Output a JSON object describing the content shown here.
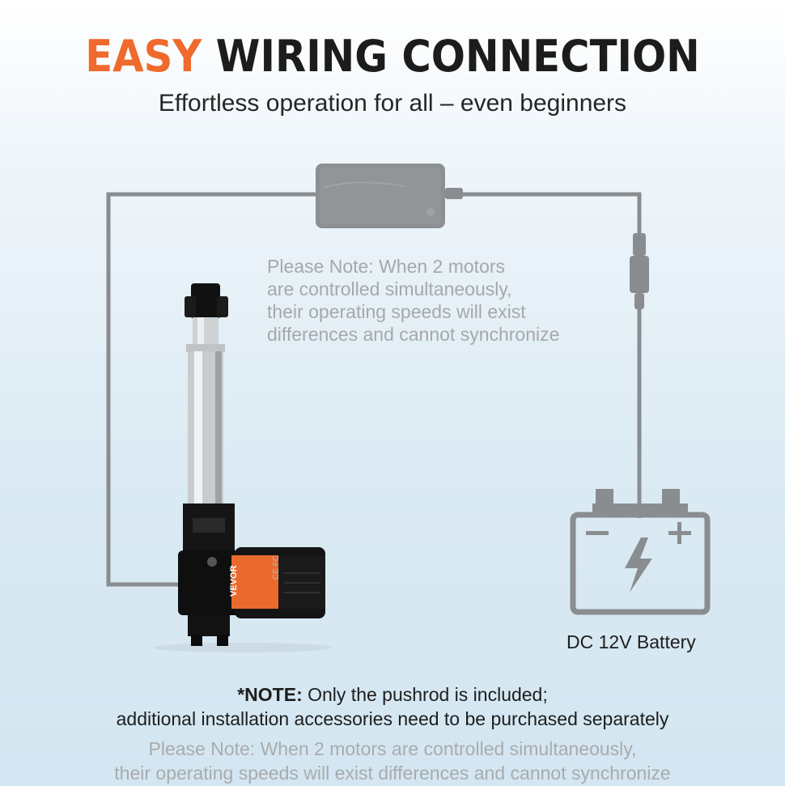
{
  "header": {
    "title_accent": "EASY",
    "title_rest": " WIRING CONNECTION",
    "subtitle": "Effortless operation for all – even beginners"
  },
  "diagram": {
    "inner_note": [
      "Please Note: When 2 motors",
      "are controlled simultaneously,",
      "their operating speeds will exist",
      "differences and cannot synchronize"
    ],
    "battery_label": "DC 12V Battery",
    "actuator_brand": "VEVOR",
    "actuator_cert": "CE FC",
    "components": [
      "power-adapter",
      "inline-switch",
      "linear-actuator",
      "battery-icon"
    ]
  },
  "note": {
    "prefix": "*NOTE:",
    "line1": " Only the pushrod is included;",
    "line2": "additional installation accessories need to be purchased separately"
  },
  "bottom_note": {
    "line1": "Please Note: When 2 motors are controlled simultaneously,",
    "line2": "their operating speeds will exist differences and cannot synchronize"
  },
  "colors": {
    "accent": "#ef6a2c",
    "title": "#1c1c1c",
    "wire": "#8a8d90",
    "muted_text": "#a6a9ab"
  }
}
